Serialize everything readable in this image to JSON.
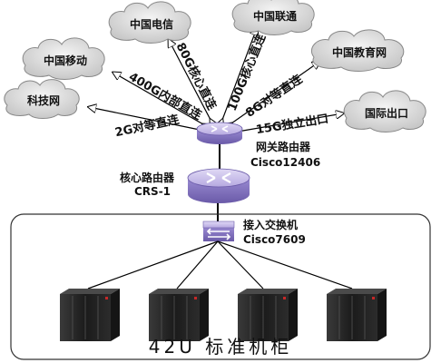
{
  "clouds": {
    "kejiwang": "科技网",
    "cmobile": "中国移动",
    "ctelecom": "中国电信",
    "cunicom": "中国联通",
    "cernet": "中国教育网",
    "intl": "国际出口"
  },
  "links": {
    "kejiwang": "2G对等直连",
    "cmobile": "400G内部直连",
    "ctelecom": "80G核心直连",
    "cunicom": "100G核心直连",
    "cernet": "8G对等直连",
    "intl": "15G独立出口"
  },
  "nodes": {
    "gateway_name": "网关路由器",
    "gateway_model": "Cisco12406",
    "core_name": "核心路由器",
    "core_model": "CRS-1",
    "access_name": "接入交换机",
    "access_model": "Cisco7609"
  },
  "rack_label": "42U 标准机柜",
  "colors": {
    "router_top": "#c9bfe6",
    "router_body": "#8b7cc7",
    "router_dark": "#6a5aa8",
    "cloud_fill": "#dcdcdc",
    "line": "#000000"
  }
}
